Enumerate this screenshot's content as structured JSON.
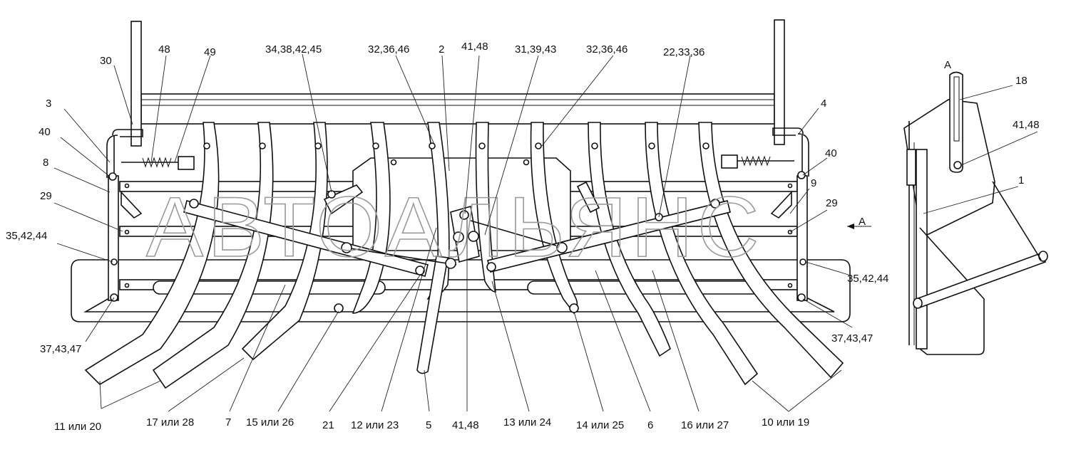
{
  "watermark": "АВТОАЛЬЯНС",
  "view_label": "A",
  "section_marker": "A",
  "callouts": {
    "c30": "30",
    "c48": "48",
    "c49": "49",
    "c3": "3",
    "c40a": "40",
    "c8": "8",
    "c29a": "29",
    "c35a": "35,42,44",
    "c37a": "37,43,47",
    "c34": "34,38,42,45",
    "c32a": "32,36,46",
    "c2": "2",
    "c41a": "41,48",
    "c31": "31,39,43",
    "c32b": "32,36,46",
    "c22": "22,33,36",
    "c4": "4",
    "c40b": "40",
    "c9": "9",
    "c29b": "29",
    "c35b": "35,42,44",
    "c37b": "37,43,47",
    "c18": "18",
    "c41b": "41,48",
    "c1": "1"
  },
  "bottom_labels": {
    "b1": "11 или 20",
    "b2": "17 или 28",
    "b3": "7",
    "b4": "15 или 26",
    "b5": "21",
    "b6": "12 или 23",
    "b7": "5",
    "b8": "41,48",
    "b9": "13 или 24",
    "b10": "14 или 25",
    "b11": "6",
    "b12": "16 или 27",
    "b13": "10 или 19"
  }
}
